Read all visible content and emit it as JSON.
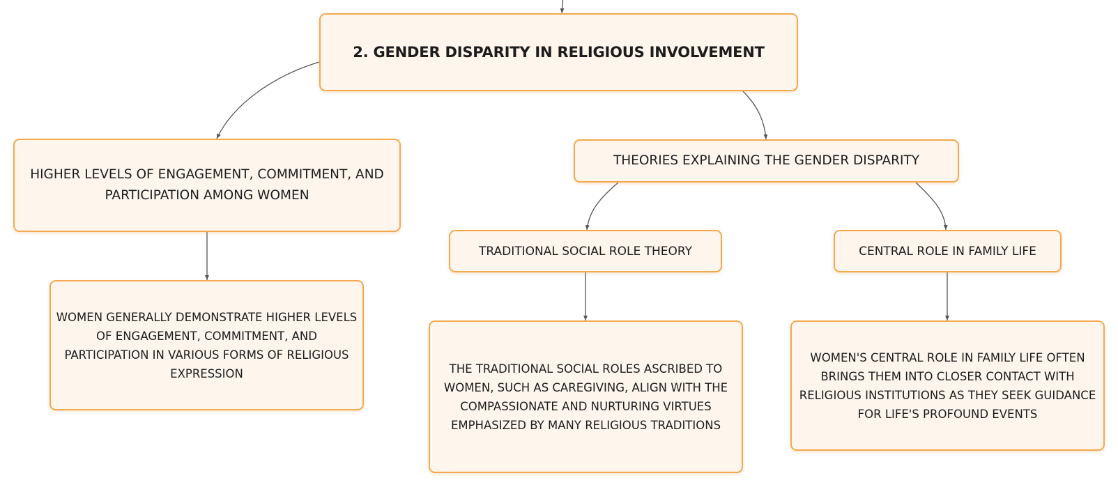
{
  "colors": {
    "node_fill": "#fef6ed",
    "node_border": "#f3a94f",
    "connector": "#555555"
  },
  "nodes": {
    "root": "2. GENDER DISPARITY IN RELIGIOUS INVOLVEMENT",
    "engagement": "HIGHER LEVELS OF ENGAGEMENT, COMMITMENT, AND PARTICIPATION AMONG WOMEN",
    "engagement_detail": "WOMEN GENERALLY DEMONSTRATE HIGHER LEVELS OF ENGAGEMENT, COMMITMENT, AND PARTICIPATION IN VARIOUS FORMS OF RELIGIOUS EXPRESSION",
    "theories": "THEORIES EXPLAINING THE GENDER DISPARITY",
    "social_role": "TRADITIONAL SOCIAL ROLE THEORY",
    "social_role_detail": "THE TRADITIONAL SOCIAL ROLES ASCRIBED TO WOMEN, SUCH AS CAREGIVING, ALIGN WITH THE COMPASSIONATE AND NURTURING VIRTUES EMPHASIZED BY MANY RELIGIOUS TRADITIONS",
    "family_life": "CENTRAL ROLE IN FAMILY LIFE",
    "family_life_detail": "WOMEN'S CENTRAL ROLE IN FAMILY LIFE OFTEN BRINGS THEM INTO CLOSER CONTACT WITH RELIGIOUS INSTITUTIONS AS THEY SEEK GUIDANCE FOR LIFE'S PROFOUND EVENTS"
  },
  "edges": [
    {
      "from": "parent",
      "to": "root"
    },
    {
      "from": "root",
      "to": "engagement"
    },
    {
      "from": "root",
      "to": "theories"
    },
    {
      "from": "engagement",
      "to": "engagement_detail"
    },
    {
      "from": "theories",
      "to": "social_role"
    },
    {
      "from": "theories",
      "to": "family_life"
    },
    {
      "from": "social_role",
      "to": "social_role_detail"
    },
    {
      "from": "family_life",
      "to": "family_life_detail"
    }
  ]
}
